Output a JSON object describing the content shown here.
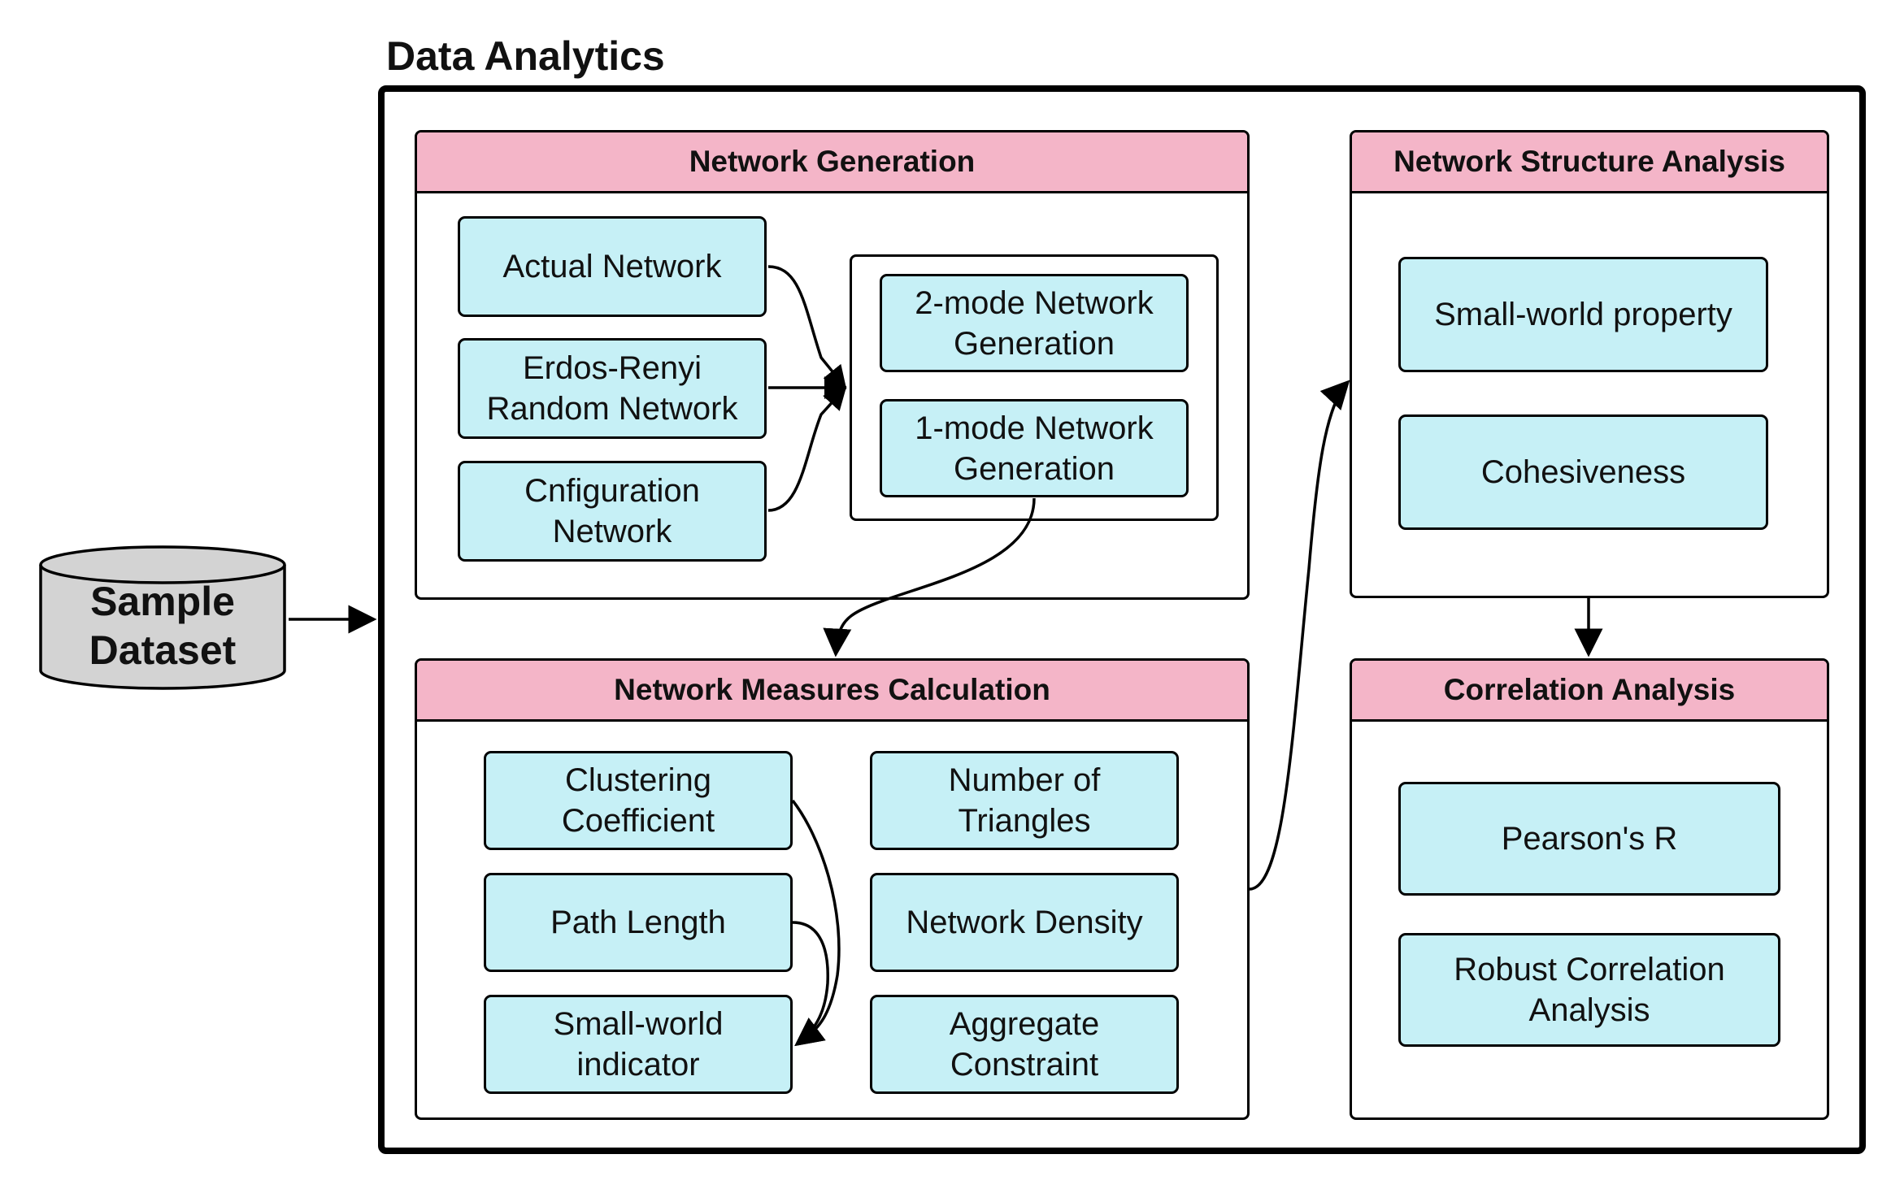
{
  "title": "Data Analytics",
  "source": {
    "label": "Sample\nDataset"
  },
  "network_generation": {
    "title": "Network Generation",
    "inputs": [
      "Actual Network",
      "Erdos-Renyi\nRandom Network",
      "Cnfiguration\nNetwork"
    ],
    "generators": [
      "2-mode Network\nGeneration",
      "1-mode Network\nGeneration"
    ]
  },
  "network_measures": {
    "title": "Network Measures Calculation",
    "left": [
      "Clustering\nCoefficient",
      "Path Length",
      "Small-world\nindicator"
    ],
    "right": [
      "Number of\nTriangles",
      "Network Density",
      "Aggregate\nConstraint"
    ]
  },
  "network_structure": {
    "title": "Network Structure Analysis",
    "items": [
      "Small-world property",
      "Cohesiveness"
    ]
  },
  "correlation": {
    "title": "Correlation Analysis",
    "items": [
      "Pearson's R",
      "Robust Correlation\nAnalysis"
    ]
  },
  "colors": {
    "header": "#f4b5c8",
    "node": "#c6f0f6",
    "cylinder": "#d3d3d3",
    "stroke": "#000000"
  }
}
